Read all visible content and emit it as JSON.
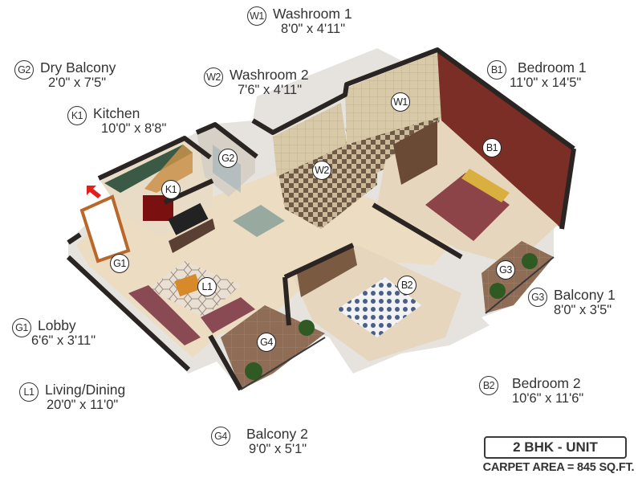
{
  "rooms": [
    {
      "code": "W1",
      "name": "Washroom 1",
      "dimensions": "8'0\" x 4'11\""
    },
    {
      "code": "W2",
      "name": "Washroom 2",
      "dimensions": "7'6\" x 4'11\""
    },
    {
      "code": "G2",
      "name": "Dry Balcony",
      "dimensions": "2'0\" x 7'5\""
    },
    {
      "code": "K1",
      "name": "Kitchen",
      "dimensions": "10'0\" x 8'8\""
    },
    {
      "code": "B1",
      "name": "Bedroom 1",
      "dimensions": "11'0\" x 14'5\""
    },
    {
      "code": "G3",
      "name": "Balcony 1",
      "dimensions": "8'0\" x 3'5\""
    },
    {
      "code": "G1",
      "name": "Lobby",
      "dimensions": "6'6\" x 3'11\""
    },
    {
      "code": "L1",
      "name": "Living/Dining",
      "dimensions": "20'0\" x 11'0\""
    },
    {
      "code": "B2",
      "name": "Bedroom 2",
      "dimensions": "10'6\" x 11'6\""
    },
    {
      "code": "G4",
      "name": "Balcony 2",
      "dimensions": "9'0\" x 5'1\""
    }
  ],
  "unit": {
    "type": "2 BHK - UNIT",
    "carpet_area": "CARPET AREA = 845 SQ.FT."
  },
  "entrance_marker": {
    "icon": "arrow-icon",
    "color": "#e0201c"
  },
  "colors": {
    "wall": "#2a2522",
    "floor": "#e9dcc4",
    "accent_wall": "#7a2e26",
    "tile": "#d9ccb0",
    "balcony_floor": "#8a6a52"
  }
}
